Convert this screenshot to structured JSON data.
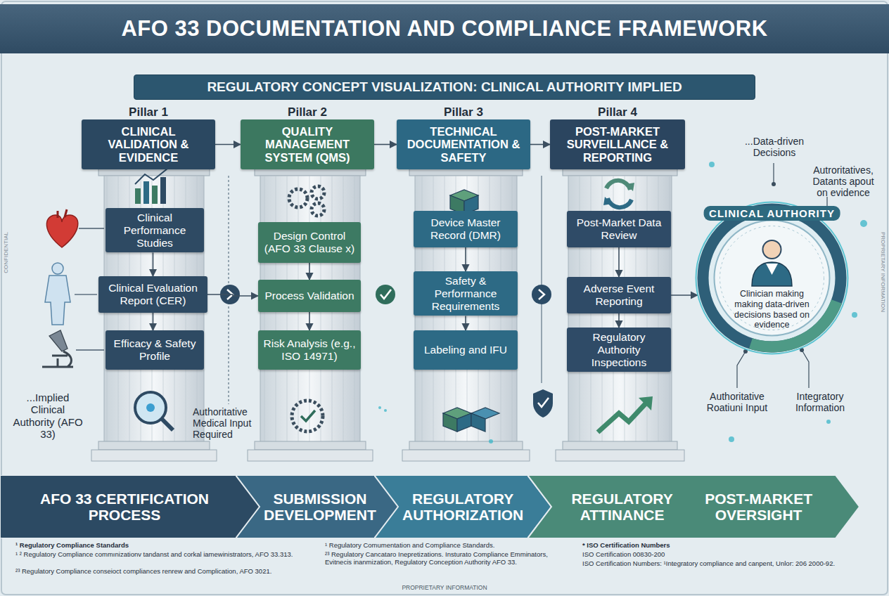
{
  "diagram": {
    "title": "AFO 33 DOCUMENTATION AND COMPLIANCE FRAMEWORK",
    "nodes": [
      {
        "text": [
          "REGULATORY CONCEPT VISUALIZATION: CLINICAL AUTHORITY IMPLIED"
        ]
      },
      {
        "text": [
          "Pillar 1",
          "CLINICAL VALIDATION & EVIDENCE"
        ]
      },
      {
        "text": [
          "Clinical Performance Studies"
        ]
      },
      {
        "text": [
          "Clinical Evaluation Report (CER)"
        ]
      },
      {
        "text": [
          "Efficacy & Safety Profile"
        ]
      },
      {
        "text": [
          "Pillar 2",
          "QUALITY MANAGEMENT SYSTEM (QMS)"
        ]
      },
      {
        "text": [
          "Design Control (AFO 33 Clause x)"
        ]
      },
      {
        "text": [
          "Process Validation"
        ]
      },
      {
        "text": [
          "Risk Analysis (e.g., ISO 14971)"
        ]
      },
      {
        "text": [
          "Pillar 3",
          "TECHNICAL DOCUMENTATION & SAFETY"
        ]
      },
      {
        "text": [
          "Device Master Record (DMR)"
        ]
      },
      {
        "text": [
          "Safety & Performance Requirements"
        ]
      },
      {
        "text": [
          "Labeling and IFU"
        ]
      },
      {
        "text": [
          "Pillar 4",
          "POST-MARKET SURVEILLANCE & REPORTING"
        ]
      },
      {
        "text": [
          "Post-Market Data Review"
        ]
      },
      {
        "text": [
          "Adverse Event Reporting"
        ]
      },
      {
        "text": [
          "Regulatory Authority Inspections"
        ]
      },
      {
        "text": [
          "CLINICAL AUTHORITY",
          "Clinician making making data-driven decisions based on evidence"
        ]
      },
      {
        "text": [
          "AFO 33 CERTIFICATION PROCESS"
        ]
      },
      {
        "text": [
          "SUBMISSION DEVELOPMENT"
        ]
      },
      {
        "text": [
          "REGULATORY AUTHORIZATION"
        ]
      },
      {
        "text": [
          "REGULATORY ATTINANCE",
          "POST-MARKET OVERSIGHT"
        ]
      }
    ],
    "edges": [
      {
        "from": 1,
        "to": 5,
        "arrow": "to"
      },
      {
        "from": 5,
        "to": 9,
        "arrow": "to"
      },
      {
        "from": 9,
        "to": 13,
        "arrow": "to"
      },
      {
        "from": 2,
        "to": 3,
        "arrow": "to"
      },
      {
        "from": 3,
        "to": 4,
        "arrow": "to"
      },
      {
        "from": 6,
        "to": 7,
        "arrow": "to"
      },
      {
        "from": 7,
        "to": 8,
        "arrow": "to"
      },
      {
        "from": 10,
        "to": 11,
        "arrow": "to"
      },
      {
        "from": 11,
        "to": 12,
        "arrow": "to"
      },
      {
        "from": 14,
        "to": 15,
        "arrow": "to"
      },
      {
        "from": 15,
        "to": 16,
        "arrow": "to"
      },
      {
        "from": 3,
        "to": 7,
        "arrow": "to"
      },
      {
        "from": 15,
        "to": 17,
        "arrow": "to"
      }
    ],
    "labels": [
      "CONFIDENTIAL",
      "PROPRIETARY INFORMATION",
      "...Implied Clinical Authority (AFO 33)",
      "Authoritative Medical Input Required",
      "...Data-driven Decisions",
      "Autroritatives, Datants apout on evidence",
      "Authoritative Roatiuni Input",
      "Integratory Information",
      "¹ Regulatory Compliance Standards",
      "¹ ² Regulatory Compliance commınizationv tandanst and corkal iamewinistrators, AFO 33.313.",
      "²³ Regulatory Compliance conseioct compliances renrew and Complication, AFO 3021.",
      "¹ Regulatory Comumentation and Compliance Standards.",
      "²³ Regulatory Cancataro Inepretizations. Insturato Compliance Emminators, Evitnecis inanmization, Regulatory Conception Authority AFO 33.",
      "* ISO Certification Numbers",
      "ISO Certification 00830-200",
      "ISO Certification Numbers: ¹Integratory compliance and canpent, Unlor: 206 2000-92.",
      "PROPRIETARY INFORMATION"
    ]
  }
}
